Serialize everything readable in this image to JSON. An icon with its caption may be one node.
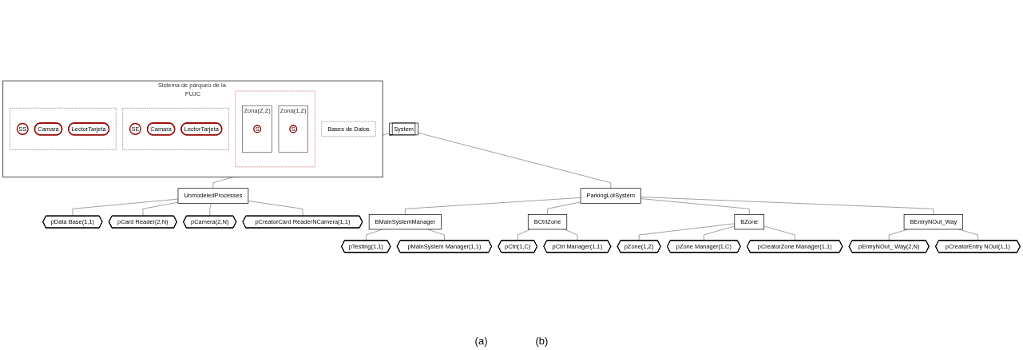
{
  "diagram": {
    "nodes": [
      {
        "text": [
          "Sistema de parqueo de la PUJC"
        ]
      },
      {
        "text": [],
        "shape": "box",
        "in": 0
      },
      {
        "text": [
          "Zona(1,Z)"
        ],
        "in": 1
      },
      {
        "text": [
          "S"
        ],
        "in": 2
      },
      {
        "text": [
          "Zona(Z,Z)"
        ],
        "in": 1
      },
      {
        "text": [
          "S"
        ],
        "in": 4
      },
      {
        "text": [],
        "shape": "box",
        "in": 0
      },
      {
        "text": [
          "SE"
        ],
        "in": 6
      },
      {
        "text": [
          "Camara"
        ],
        "in": 6
      },
      {
        "text": [
          "LectorTarjeta"
        ],
        "in": 6
      },
      {
        "text": [],
        "shape": "box",
        "in": 0
      },
      {
        "text": [
          "SS"
        ],
        "in": 10
      },
      {
        "text": [
          "Camara"
        ],
        "in": 10
      },
      {
        "text": [
          "LectorTarjeta"
        ],
        "in": 10
      },
      {
        "text": [
          "Bases de Datos"
        ],
        "in": 0
      },
      {
        "text": [
          "System"
        ]
      },
      {
        "text": [
          "ParkingLotSystem"
        ]
      },
      {
        "text": [
          "UnmodeledProcesses"
        ]
      },
      {
        "text": [
          "pData Base(1,1)"
        ]
      },
      {
        "text": [
          "pCard Reader(2,N)"
        ]
      },
      {
        "text": [
          "pCamera(2,N)"
        ]
      },
      {
        "text": [
          "pCreatorCard ReaderNCamera(1,1)"
        ]
      },
      {
        "text": [
          "BMainSystemManager"
        ]
      },
      {
        "text": [
          "BCtrlZone"
        ]
      },
      {
        "text": [
          "BZone"
        ]
      },
      {
        "text": [
          "BEntryNOut_Way"
        ]
      },
      {
        "text": [
          "pTesting(1,1)"
        ]
      },
      {
        "text": [
          "pMainSystem Manager(1,1)"
        ]
      },
      {
        "text": [
          "pCtrl(1,C)"
        ]
      },
      {
        "text": [
          "pCtrl Manager(1,1)"
        ]
      },
      {
        "text": [
          "pZone(1,Z)"
        ]
      },
      {
        "text": [
          "pZone Manager(1,C)"
        ]
      },
      {
        "text": [
          "pCreatorZone Manager(1,1)"
        ]
      },
      {
        "text": [
          "pEntryNOut_ Way(2,N)"
        ]
      },
      {
        "text": [
          "pCreatorEntry NOut(1,1)"
        ]
      }
    ],
    "edges": [
      {
        "from": 15,
        "to": 16,
        "arrow": "none"
      },
      {
        "from": 15,
        "to": 17,
        "arrow": "none"
      },
      {
        "from": 17,
        "to": 18,
        "arrow": "none"
      },
      {
        "from": 17,
        "to": 19,
        "arrow": "none"
      },
      {
        "from": 17,
        "to": 20,
        "arrow": "none"
      },
      {
        "from": 17,
        "to": 21,
        "arrow": "none"
      },
      {
        "from": 16,
        "to": 22,
        "arrow": "none"
      },
      {
        "from": 16,
        "to": 23,
        "arrow": "none"
      },
      {
        "from": 16,
        "to": 24,
        "arrow": "none"
      },
      {
        "from": 16,
        "to": 25,
        "arrow": "none"
      },
      {
        "from": 22,
        "to": 26,
        "arrow": "none"
      },
      {
        "from": 22,
        "to": 27,
        "arrow": "none"
      },
      {
        "from": 23,
        "to": 28,
        "arrow": "none"
      },
      {
        "from": 23,
        "to": 29,
        "arrow": "none"
      },
      {
        "from": 24,
        "to": 30,
        "arrow": "none"
      },
      {
        "from": 24,
        "to": 31,
        "arrow": "none"
      },
      {
        "from": 24,
        "to": 32,
        "arrow": "none"
      },
      {
        "from": 25,
        "to": 33,
        "arrow": "none"
      },
      {
        "from": 25,
        "to": 34,
        "arrow": "none"
      }
    ],
    "labels": [
      "(a)",
      "(b)"
    ]
  }
}
